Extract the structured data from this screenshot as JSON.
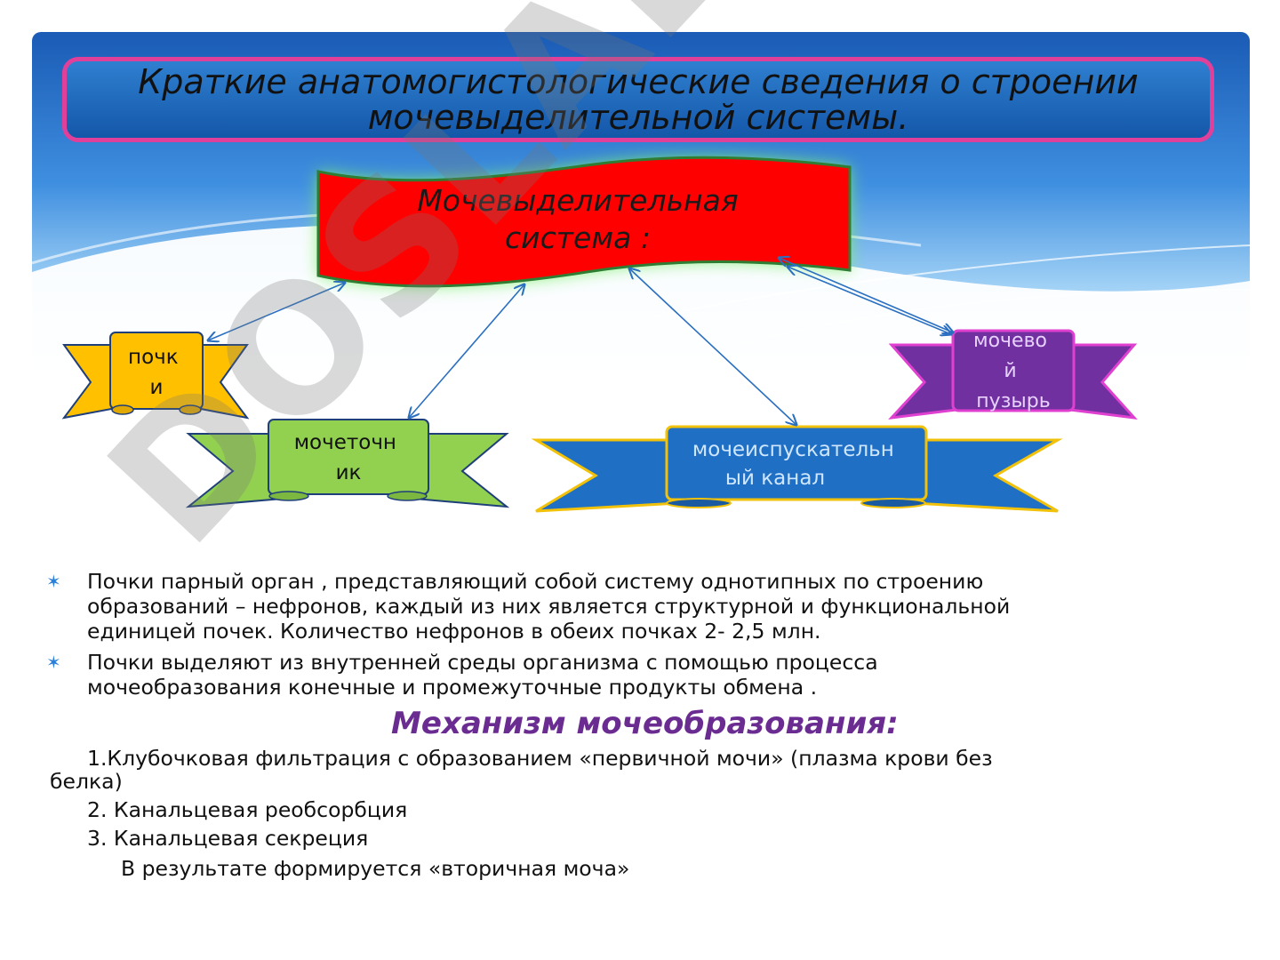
{
  "title": "Краткие анатомогистологические  сведения о строении мочевыделительной системы.",
  "diagram": {
    "main": {
      "line1": "Мочевыделительная",
      "line2": "система :"
    },
    "nodes": {
      "kidneys": {
        "line1": "почк",
        "line2": "и"
      },
      "ureter": {
        "line1": "мочеточн",
        "line2": "ик"
      },
      "urethra": {
        "line1": "мочеиспускательн",
        "line2": "ый канал"
      },
      "bladder": {
        "line1": "мочево",
        "line2": "й",
        "line3": "пузырь"
      }
    },
    "colors": {
      "main": "#ff0000",
      "kidneys": "#ffc000",
      "ureter": "#92d050",
      "urethra": "#1f6fc5",
      "bladder": "#7030a0"
    }
  },
  "bullets": [
    {
      "lines": [
        "Почки парный орган , представляющий собой систему однотипных   по  строению",
        "образований – нефронов, каждый из них является структурной  и функциональной",
        "единицей почек. Количество  нефронов в обеих почках  2- 2,5  млн."
      ]
    },
    {
      "lines": [
        "Почки  выделяют  из внутренней  среды  организма  с  помощью  процесса",
        "мочеобразования  конечные и промежуточные продукты  обмена ."
      ]
    }
  ],
  "mechanism_heading": "Механизм   мочеобразования:",
  "steps": {
    "s1a": "1.Клубочковая  фильтрация  с  образованием «первичной мочи» (плазма крови без",
    "s1b": "белка)",
    "s2": "2. Канальцевая  реобсорбция",
    "s3": "3. Канальцевая  секреция",
    "result": "В  результате  формируется   «вторичная  моча»"
  },
  "watermark": "DOSLAB.UZ"
}
